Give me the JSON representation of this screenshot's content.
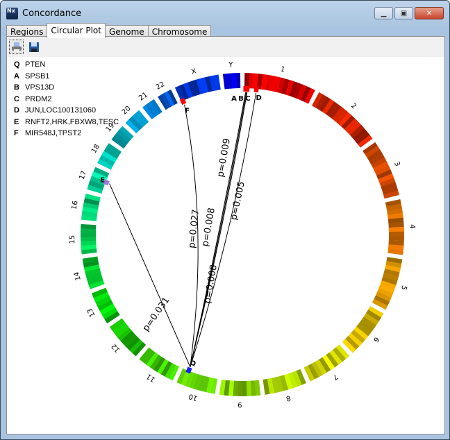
{
  "window": {
    "title": "Concordance",
    "app_icon": "Nx"
  },
  "tabs": [
    {
      "label": "Regions"
    },
    {
      "label": "Circular Plot",
      "active": true
    },
    {
      "label": "Genome"
    },
    {
      "label": "Chromosome"
    }
  ],
  "toolbar": {
    "print": "printer-icon",
    "save": "floppy-disk-icon"
  },
  "legend": [
    {
      "key": "Q",
      "gene": "PTEN"
    },
    {
      "key": "A",
      "gene": "SPSB1"
    },
    {
      "key": "B",
      "gene": "VPS13D"
    },
    {
      "key": "C",
      "gene": "PRDM2"
    },
    {
      "key": "D",
      "gene": "JUN,LOC100131060"
    },
    {
      "key": "E",
      "gene": "RNFT2,HRK,FBXW8,TESC"
    },
    {
      "key": "F",
      "gene": "MIR548J,TPST2"
    }
  ],
  "chromosomes": [
    "1",
    "2",
    "3",
    "4",
    "5",
    "6",
    "7",
    "8",
    "9",
    "10",
    "11",
    "12",
    "13",
    "14",
    "15",
    "16",
    "17",
    "18",
    "19",
    "20",
    "21",
    "22",
    "X",
    "Y"
  ],
  "chrom_sizes_mb": [
    249,
    243,
    198,
    191,
    181,
    171,
    159,
    146,
    141,
    136,
    135,
    134,
    115,
    107,
    103,
    90,
    81,
    78,
    59,
    63,
    48,
    51,
    155,
    59
  ],
  "markers": [
    {
      "label": "Q",
      "color": "#1a1aff"
    },
    {
      "label": "A",
      "color": "#ff0000"
    },
    {
      "label": "B",
      "color": "#ff0000"
    },
    {
      "label": "C",
      "color": "#ff0000"
    },
    {
      "label": "D",
      "color": "#ff0000"
    },
    {
      "label": "E",
      "color": "#9a7ad8"
    },
    {
      "label": "F",
      "color": "#ff0000"
    }
  ],
  "links": [
    {
      "from": "Q",
      "to": "A",
      "p": "p=0.008"
    },
    {
      "from": "Q",
      "to": "B",
      "p": "p=0.009"
    },
    {
      "from": "Q",
      "to": "C",
      "p": "p=0.008"
    },
    {
      "from": "Q",
      "to": "D",
      "p": "p=0.005"
    },
    {
      "from": "Q",
      "to": "F",
      "p": "p=0.027"
    },
    {
      "from": "Q",
      "to": "E",
      "p": "p=0.031"
    }
  ]
}
